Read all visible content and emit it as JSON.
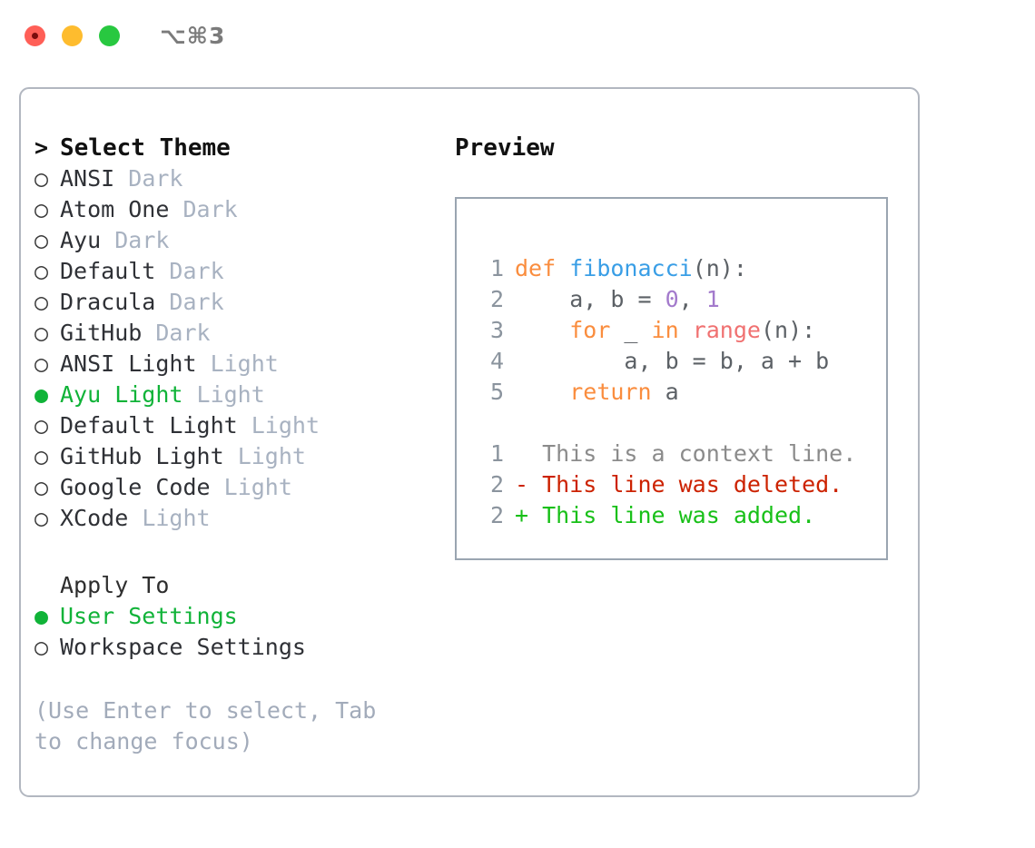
{
  "window": {
    "traffic_lights": [
      "close",
      "minimize",
      "zoom"
    ],
    "shortcut": "⌥⌘3",
    "colors": {
      "close": "#ff5f57",
      "minimize": "#febc2e",
      "zoom": "#28c840",
      "accent_green": "#10b338",
      "muted": "#a8b2c1",
      "panel_border": "#b2b7c0",
      "preview_border": "#9aa5b1"
    }
  },
  "theme_picker": {
    "prompt_marker": ">",
    "title": "Select Theme",
    "bullet_selected": "●",
    "bullet_unselected": "○",
    "items": [
      {
        "name": "ANSI",
        "variant": "Dark",
        "selected": false
      },
      {
        "name": "Atom One",
        "variant": "Dark",
        "selected": false
      },
      {
        "name": "Ayu",
        "variant": "Dark",
        "selected": false
      },
      {
        "name": "Default",
        "variant": "Dark",
        "selected": false
      },
      {
        "name": "Dracula",
        "variant": "Dark",
        "selected": false
      },
      {
        "name": "GitHub",
        "variant": "Dark",
        "selected": false
      },
      {
        "name": "ANSI Light",
        "variant": "Light",
        "selected": false
      },
      {
        "name": "Ayu Light",
        "variant": "Light",
        "selected": true
      },
      {
        "name": "Default Light",
        "variant": "Light",
        "selected": false
      },
      {
        "name": "GitHub Light",
        "variant": "Light",
        "selected": false
      },
      {
        "name": "Google Code",
        "variant": "Light",
        "selected": false
      },
      {
        "name": "XCode",
        "variant": "Light",
        "selected": false
      }
    ]
  },
  "apply_to": {
    "title": "Apply To",
    "items": [
      {
        "name": "User Settings",
        "selected": true
      },
      {
        "name": "Workspace Settings",
        "selected": false
      }
    ]
  },
  "hint": "(Use Enter to select, Tab to change focus)",
  "preview": {
    "title": "Preview",
    "code": {
      "lines": [
        {
          "n": "1",
          "tokens": [
            {
              "t": "def",
              "c": "kw"
            },
            {
              "t": " ",
              "c": "plain"
            },
            {
              "t": "fibonacci",
              "c": "fn"
            },
            {
              "t": "(n):",
              "c": "punc"
            }
          ]
        },
        {
          "n": "2",
          "tokens": [
            {
              "t": "    a, b = ",
              "c": "plain"
            },
            {
              "t": "0",
              "c": "num"
            },
            {
              "t": ", ",
              "c": "plain"
            },
            {
              "t": "1",
              "c": "num"
            }
          ]
        },
        {
          "n": "3",
          "tokens": [
            {
              "t": "    ",
              "c": "plain"
            },
            {
              "t": "for",
              "c": "kw"
            },
            {
              "t": " _ ",
              "c": "plain"
            },
            {
              "t": "in",
              "c": "kw"
            },
            {
              "t": " ",
              "c": "plain"
            },
            {
              "t": "range",
              "c": "bi"
            },
            {
              "t": "(n):",
              "c": "punc"
            }
          ]
        },
        {
          "n": "4",
          "tokens": [
            {
              "t": "        a, b = b, a + b",
              "c": "plain"
            }
          ]
        },
        {
          "n": "5",
          "tokens": [
            {
              "t": "    ",
              "c": "plain"
            },
            {
              "t": "return",
              "c": "kw"
            },
            {
              "t": " a",
              "c": "plain"
            }
          ]
        }
      ]
    },
    "diff": {
      "lines": [
        {
          "n": "1",
          "sign": " ",
          "text": "This is a context line.",
          "kind": "d-ctx"
        },
        {
          "n": "2",
          "sign": "-",
          "text": "This line was deleted.",
          "kind": "d-del"
        },
        {
          "n": "2",
          "sign": "+",
          "text": "This line was added.",
          "kind": "d-add"
        }
      ]
    }
  }
}
